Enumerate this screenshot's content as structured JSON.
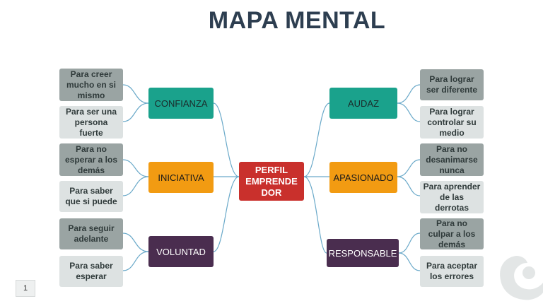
{
  "title": "MAPA MENTAL",
  "center": {
    "label": "PERFIL EMPRENDE DOR",
    "color": "#c9302c"
  },
  "categories": {
    "confianza": "CONFIANZA",
    "iniciativa": "INICIATIVA",
    "voluntad": "VOLUNTAD",
    "audaz": "AUDAZ",
    "apasionado": "APASIONADO",
    "responsable": "RESPONSABLE"
  },
  "leaves": {
    "confianza_1": "Para creer mucho en si mismo",
    "confianza_2": "Para ser una persona fuerte",
    "iniciativa_1": "Para no esperar a los demás",
    "iniciativa_2": "Para saber que si puede",
    "voluntad_1": "Para seguir adelante",
    "voluntad_2": "Para saber esperar",
    "audaz_1": "Para lograr ser diferente",
    "audaz_2": "Para lograr controlar su medio",
    "apasionado_1": "Para no desanimarse nunca",
    "apasionado_2": "Para aprender de las derrotas",
    "responsable_1": "Para no culpar a los demás",
    "responsable_2": "Para aceptar los errores"
  },
  "colors": {
    "teal": "#1aa28c",
    "orange": "#f29b12",
    "purple": "#4a2d4f",
    "leaf_dark": "#9aa4a3",
    "leaf_light": "#dde2e2",
    "connector": "#6aa9c9"
  },
  "page_number": "1"
}
